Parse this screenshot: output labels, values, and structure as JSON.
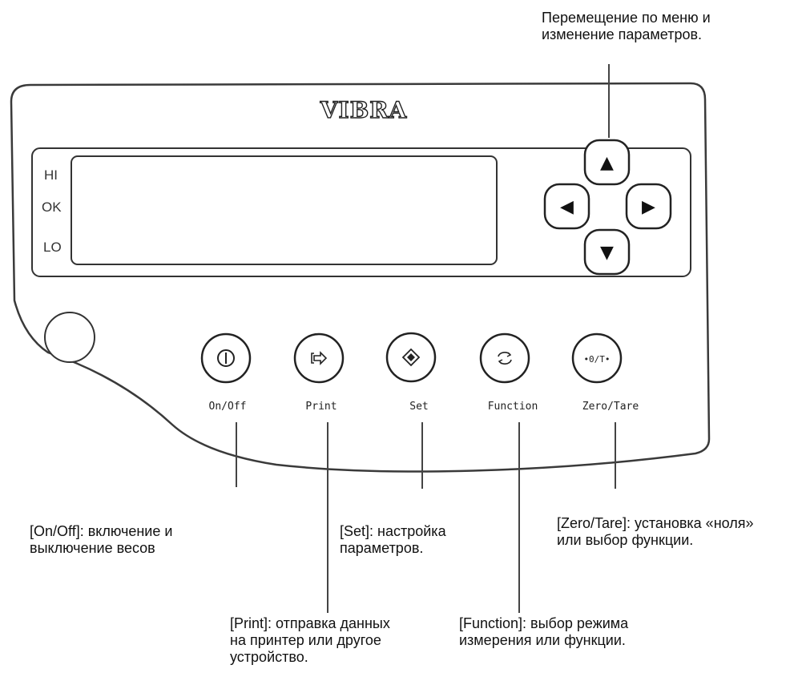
{
  "brand": "VIBRA",
  "indicators": {
    "hi": "HI",
    "ok": "OK",
    "lo": "LO"
  },
  "keys": {
    "up": "▲",
    "down": "▼",
    "left": "◀",
    "right": "▶",
    "onoff": {
      "label": "On/Off",
      "icon": "power-icon"
    },
    "print": {
      "label": "Print",
      "icon": "print-arrow-icon"
    },
    "set": {
      "label": "Set",
      "icon": "diamond-icon"
    },
    "function": {
      "label": "Function",
      "icon": "cycle-icon"
    },
    "zero": {
      "label": "Zero/Tare",
      "icon_text": "•0/T•"
    }
  },
  "callouts": {
    "arrows": {
      "line1": "Перемещение по меню и",
      "line2": "изменение параметров."
    },
    "onoff": {
      "line1": "[On/Off]: включение и",
      "line2": "выключение весов"
    },
    "set": {
      "line1": "[Set]: настройка",
      "line2": "параметров."
    },
    "zero": {
      "line1": "[Zero/Tare]: установка «ноля»",
      "line2": "или выбор функции."
    },
    "print": {
      "line1": "[Print]: отправка данных",
      "line2": "на принтер или другое",
      "line3": "устройство."
    },
    "function": {
      "line1": "[Function]: выбор режима",
      "line2": "измерения или функции."
    }
  }
}
